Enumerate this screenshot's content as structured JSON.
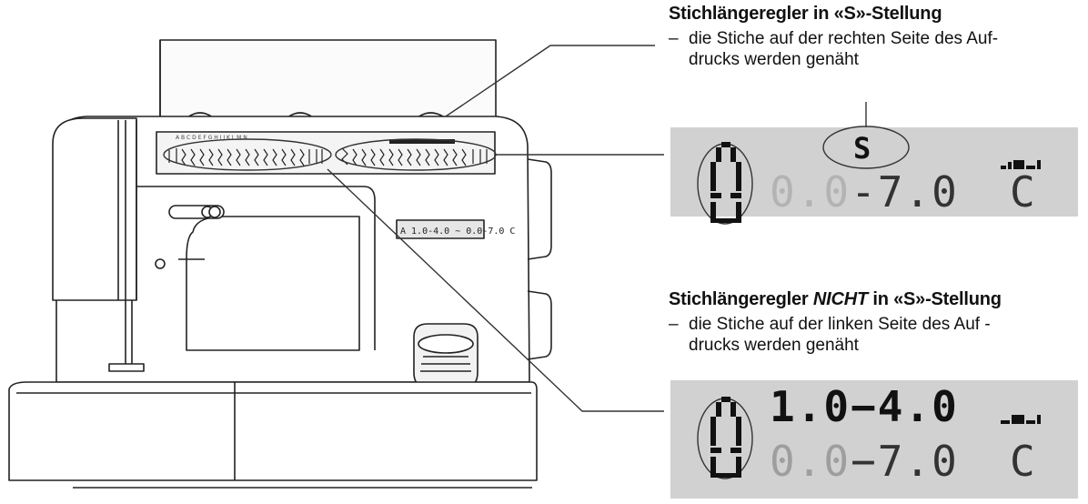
{
  "top_caption": {
    "title": "Stichlängeregler in «S»-Stellung",
    "line1": "die Stiche auf der rechten Seite des Auf-",
    "line2": "drucks werden genäht"
  },
  "bottom_caption": {
    "title_prefix": "Stichlängeregler ",
    "title_emph": "NICHT",
    "title_suffix": " in «S»-Stellung",
    "line1": "die Stiche auf der linken  Seite des Auf -",
    "line2": "drucks werden genäht"
  },
  "dash": "–",
  "lcd_top": {
    "mode": "S",
    "range_faded": "0.0",
    "range": "-7.0",
    "code": "C"
  },
  "lcd_bottom": {
    "range_upper": "1.0−4.0",
    "range_faded": "0.0",
    "range_lower": "−7.0",
    "code": "C"
  },
  "stitch_letters": "A B C D E F G H I J K L M N"
}
